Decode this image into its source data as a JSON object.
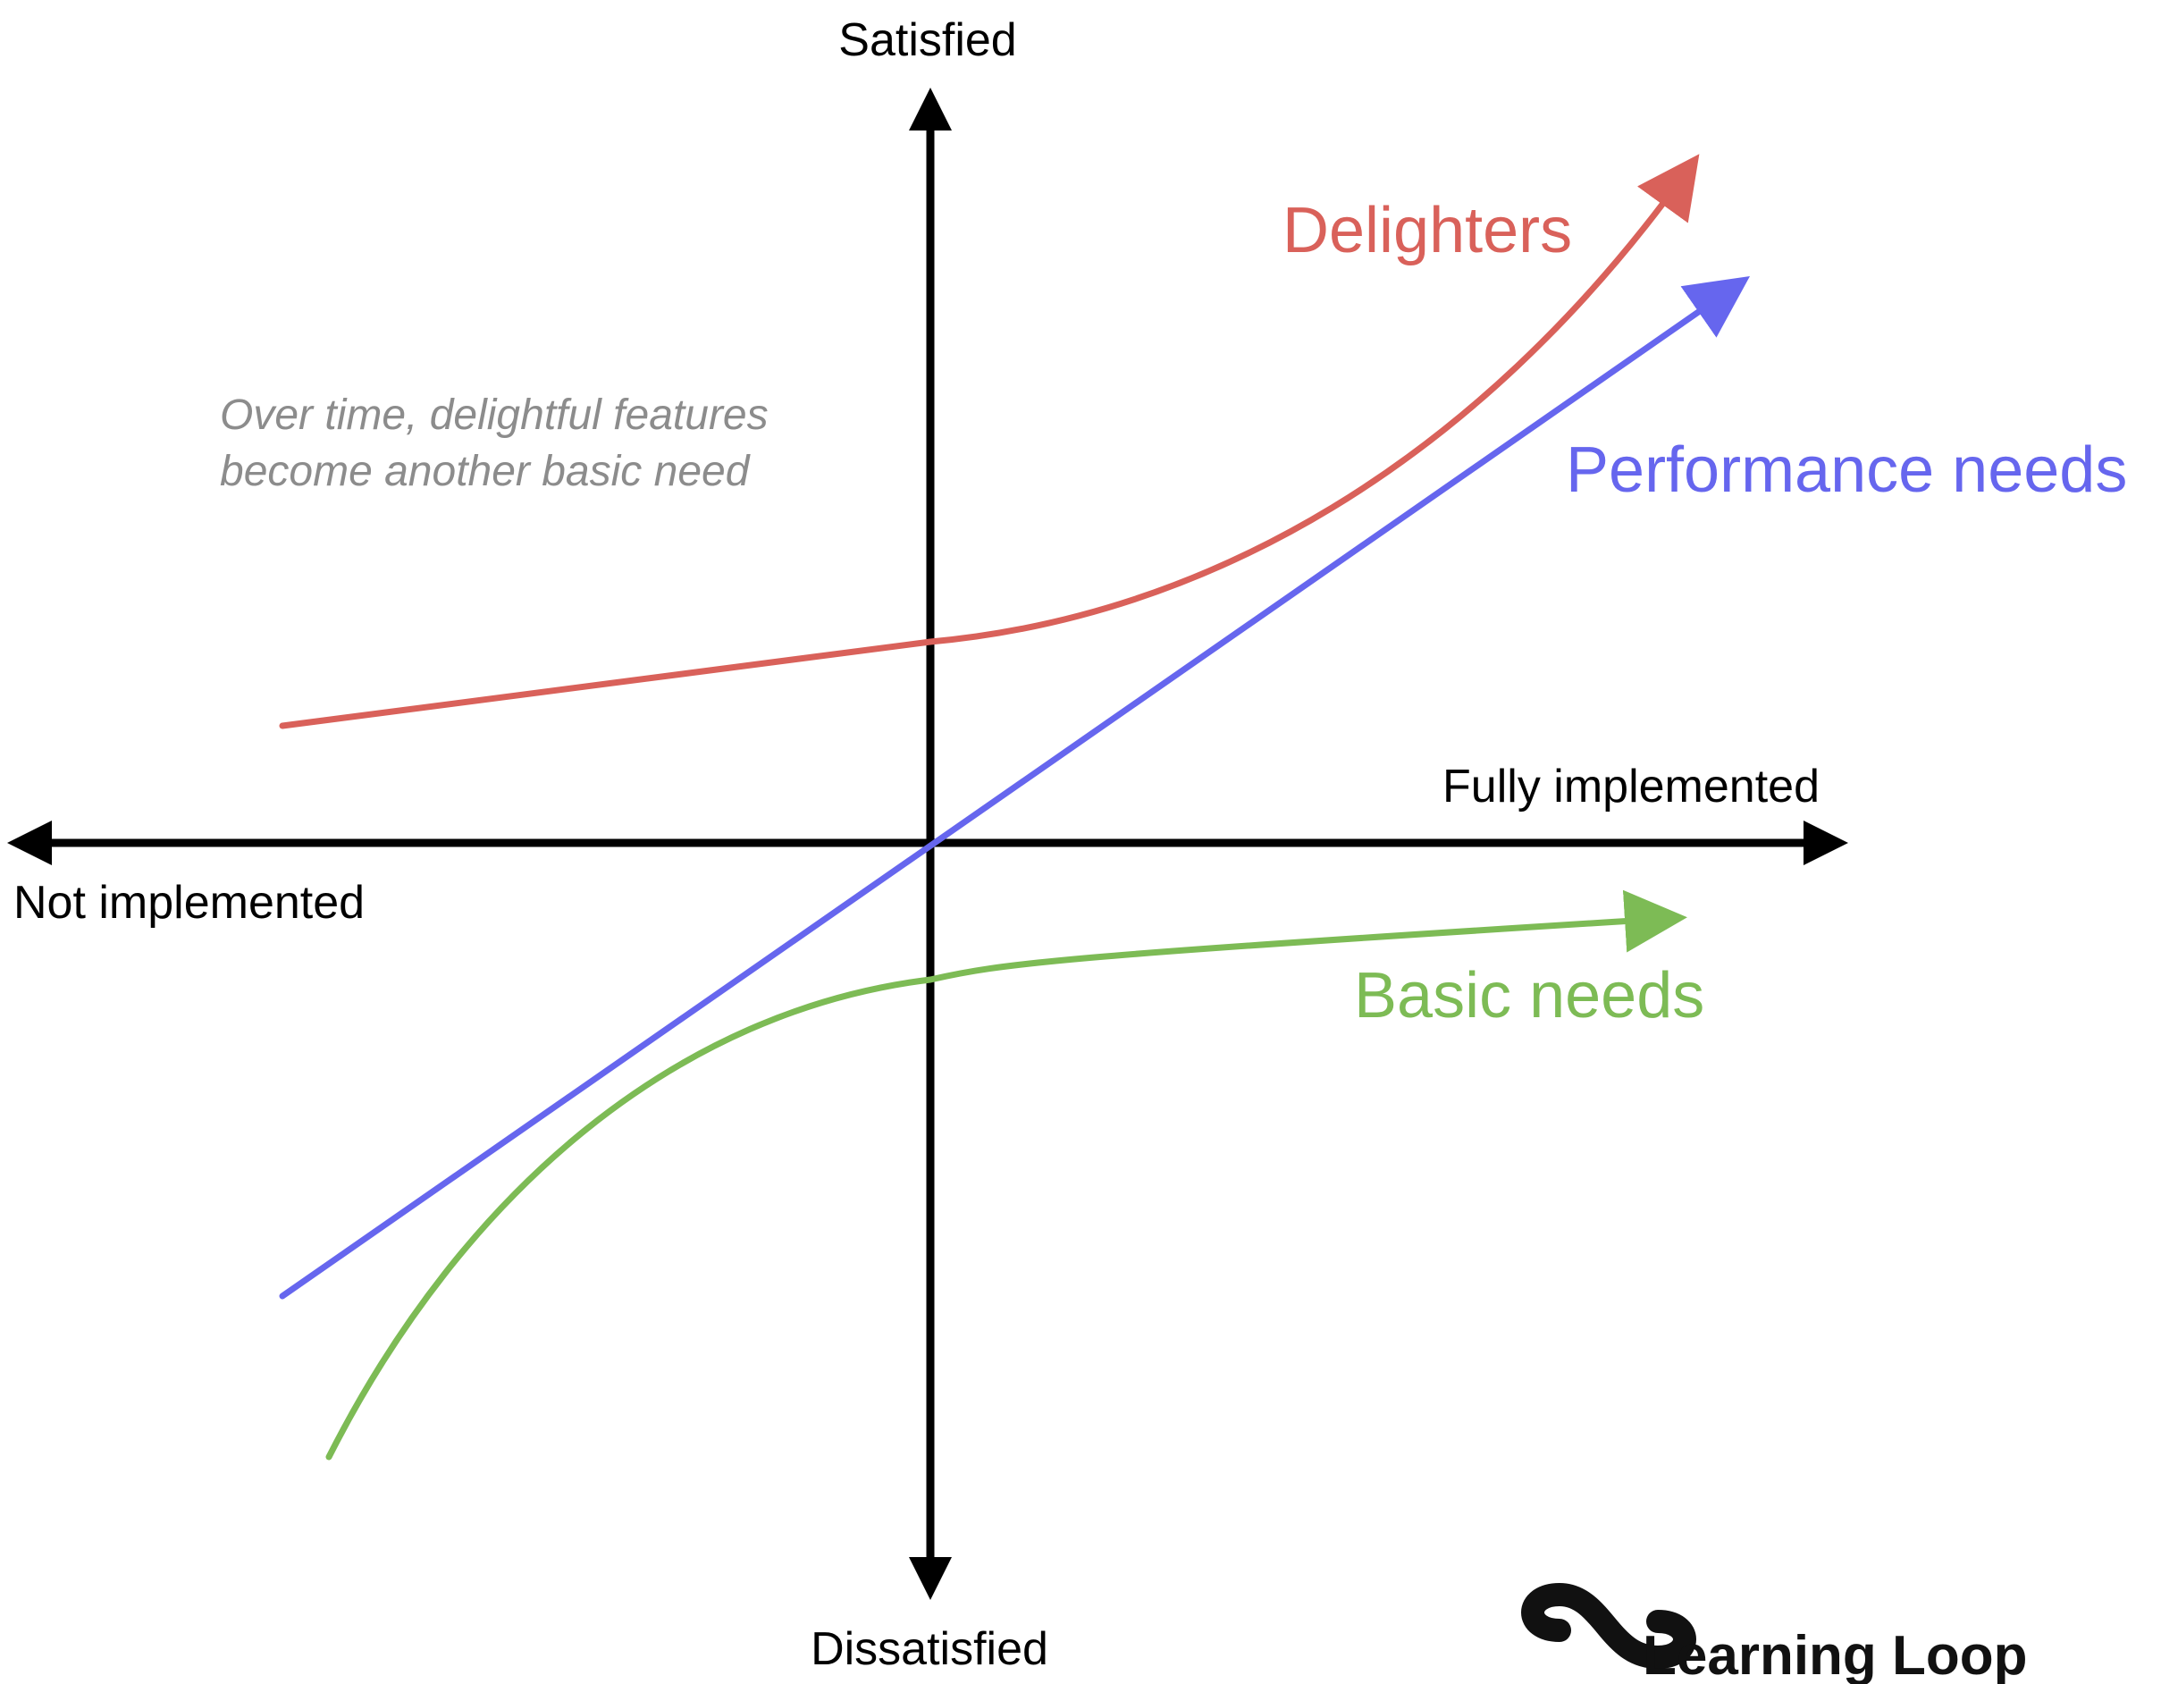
{
  "axes": {
    "y_top_label": "Satisfied",
    "y_bottom_label": "Dissatisfied",
    "x_left_label": "Not implemented",
    "x_right_label": "Fully implemented"
  },
  "curves": [
    {
      "id": "delighters",
      "label": "Delighters",
      "color": "#D9615A"
    },
    {
      "id": "performance",
      "label": "Performance needs",
      "color": "#6666EE"
    },
    {
      "id": "basic",
      "label": "Basic needs",
      "color": "#7DBB55"
    }
  ],
  "note": {
    "line1": "Over time, delightful features",
    "line2": "become another basic need"
  },
  "brand": {
    "name": "Learning Loop",
    "icon": "infinity-loop-icon"
  }
}
